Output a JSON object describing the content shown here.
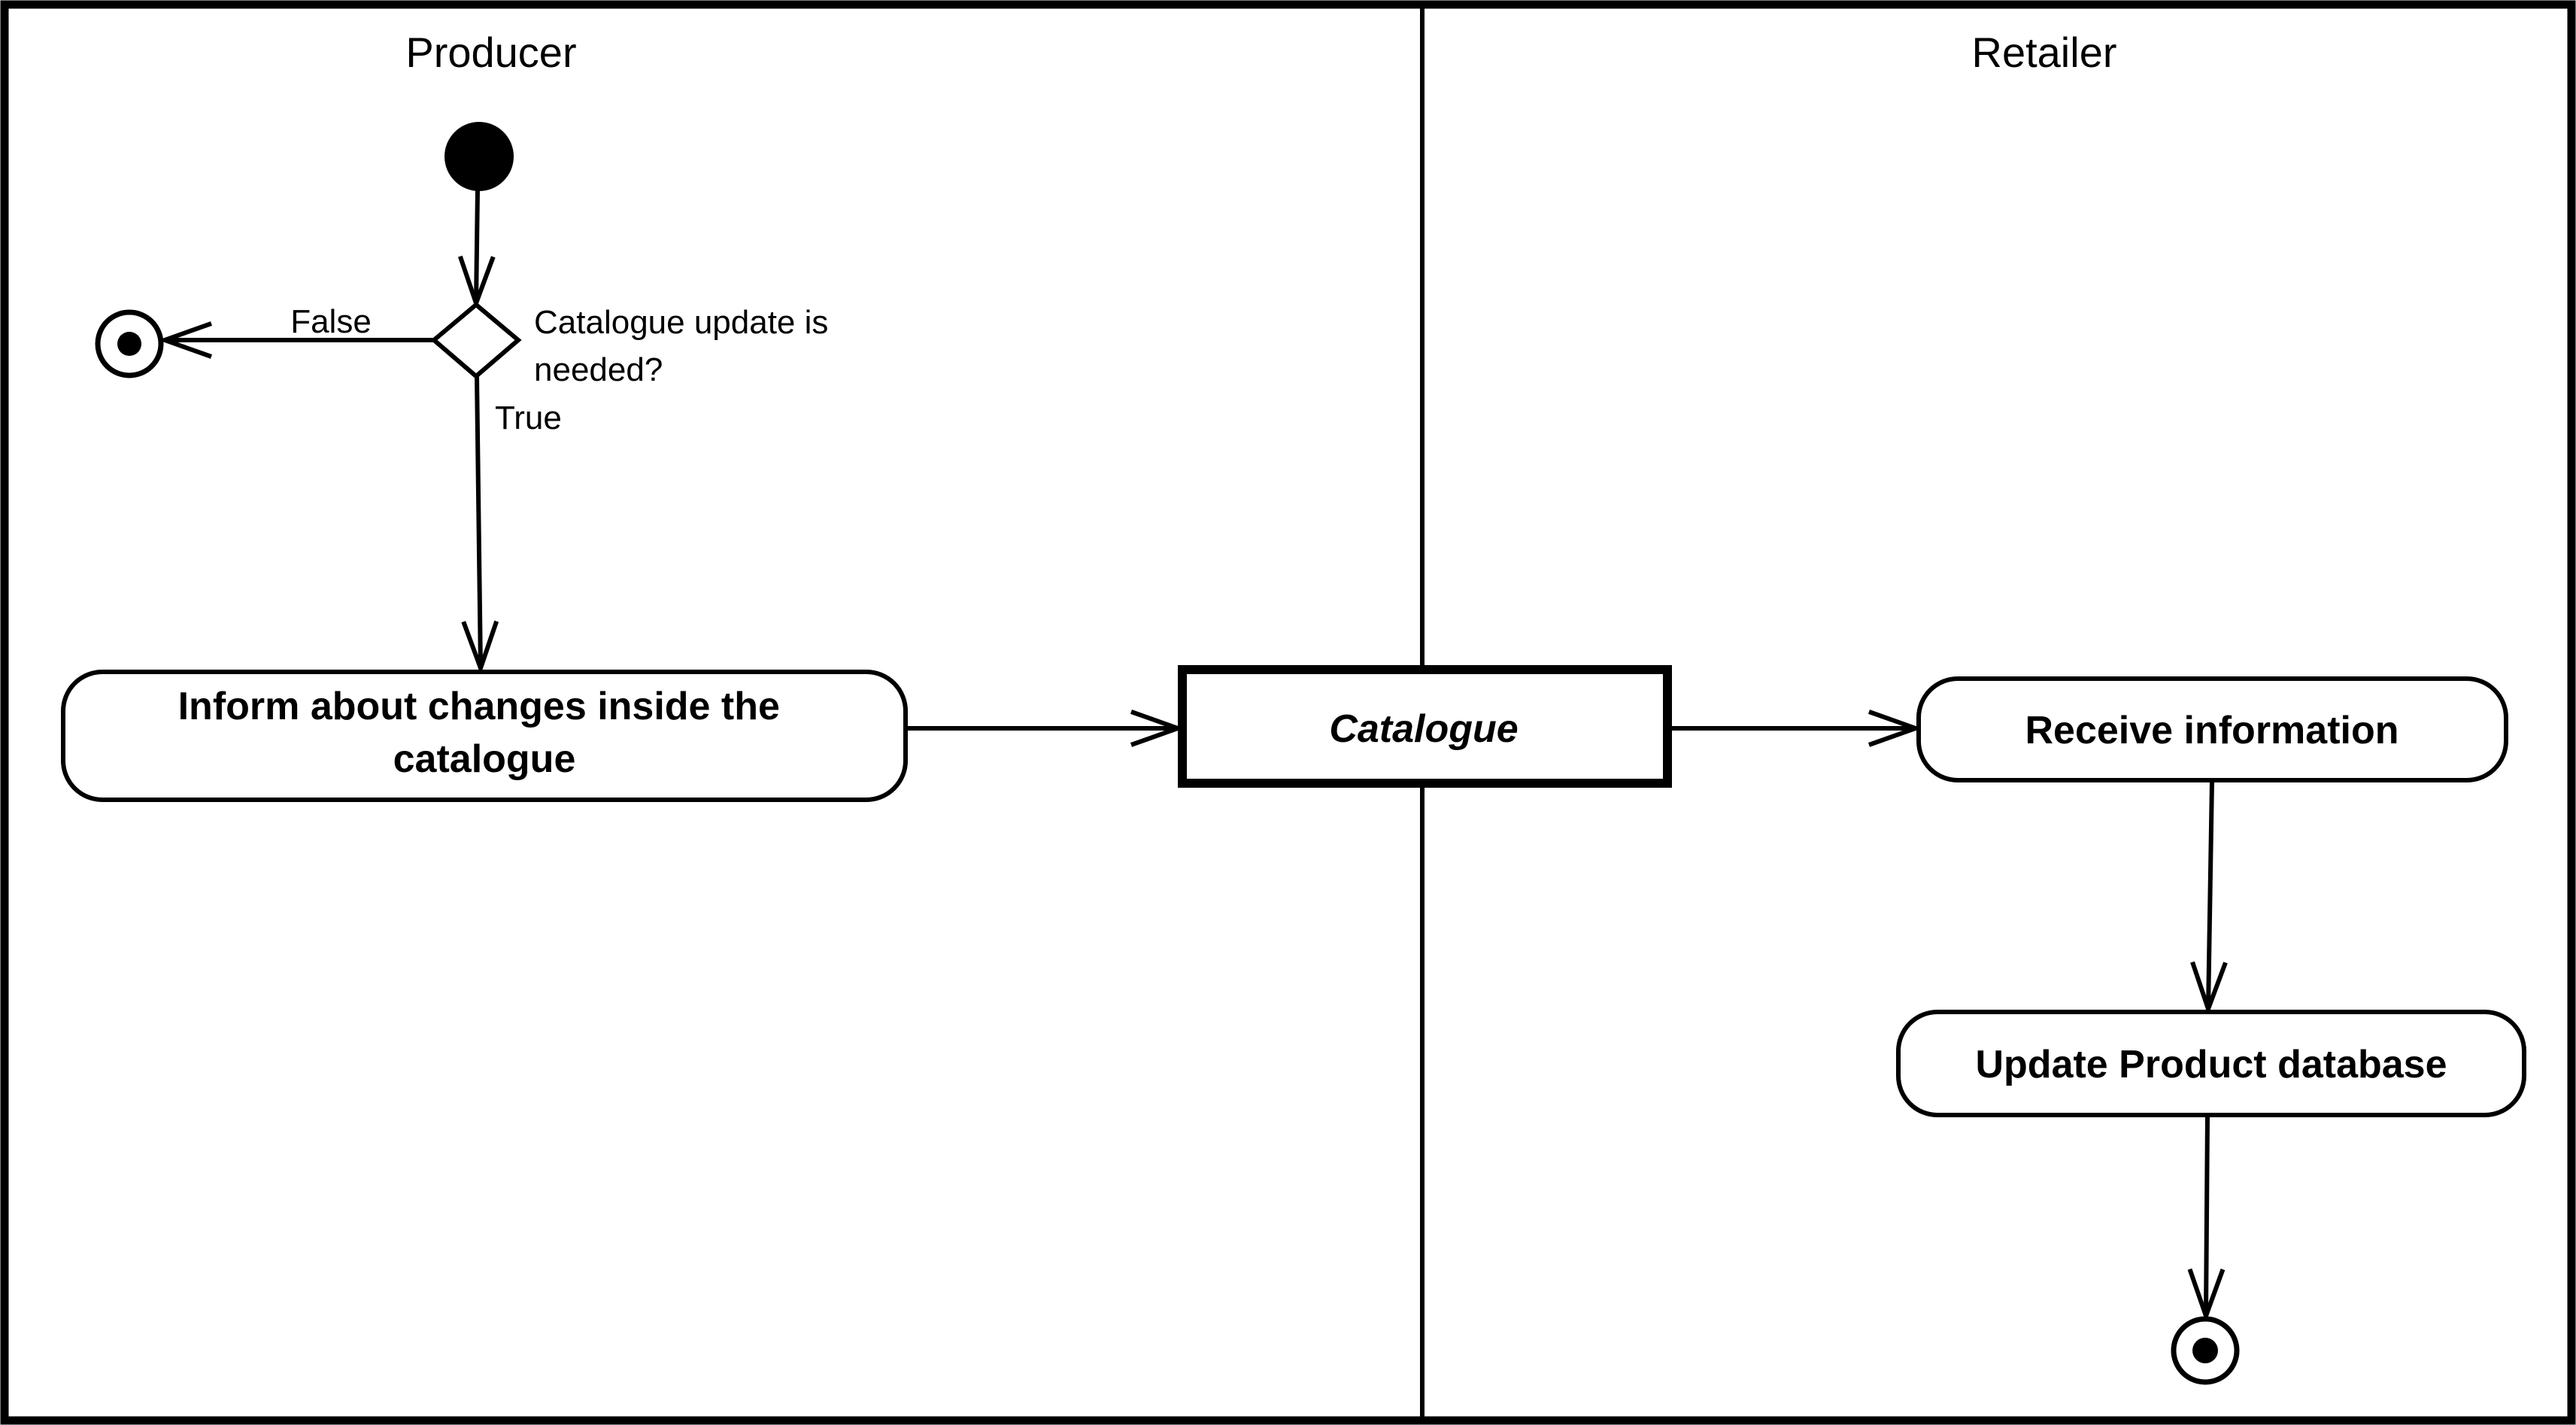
{
  "window": {
    "background_color": "#ffffff",
    "ink_color": "#000000"
  },
  "diagram": {
    "kind": "uml-activity-diagram-with-swimlanes",
    "lanes": [
      {
        "title": "Producer"
      },
      {
        "title": "Retailer"
      }
    ],
    "nodes": {
      "initial": {
        "kind": "initial-node"
      },
      "decision": {
        "kind": "decision-node",
        "question": [
          "Catalogue update is",
          "needed?"
        ]
      },
      "flow_final_false": {
        "kind": "activity-final-node"
      },
      "inform_activity": {
        "kind": "activity",
        "label": [
          "Inform about changes inside the",
          "catalogue"
        ]
      },
      "catalogue_object": {
        "kind": "object-node",
        "label": "Catalogue"
      },
      "receive_activity": {
        "kind": "activity",
        "label": "Receive information"
      },
      "update_activity": {
        "kind": "activity",
        "label": "Update Product database"
      },
      "final": {
        "kind": "activity-final-node"
      }
    },
    "edges": {
      "decision_false": {
        "label": "False"
      },
      "decision_true": {
        "label": "True"
      }
    }
  }
}
